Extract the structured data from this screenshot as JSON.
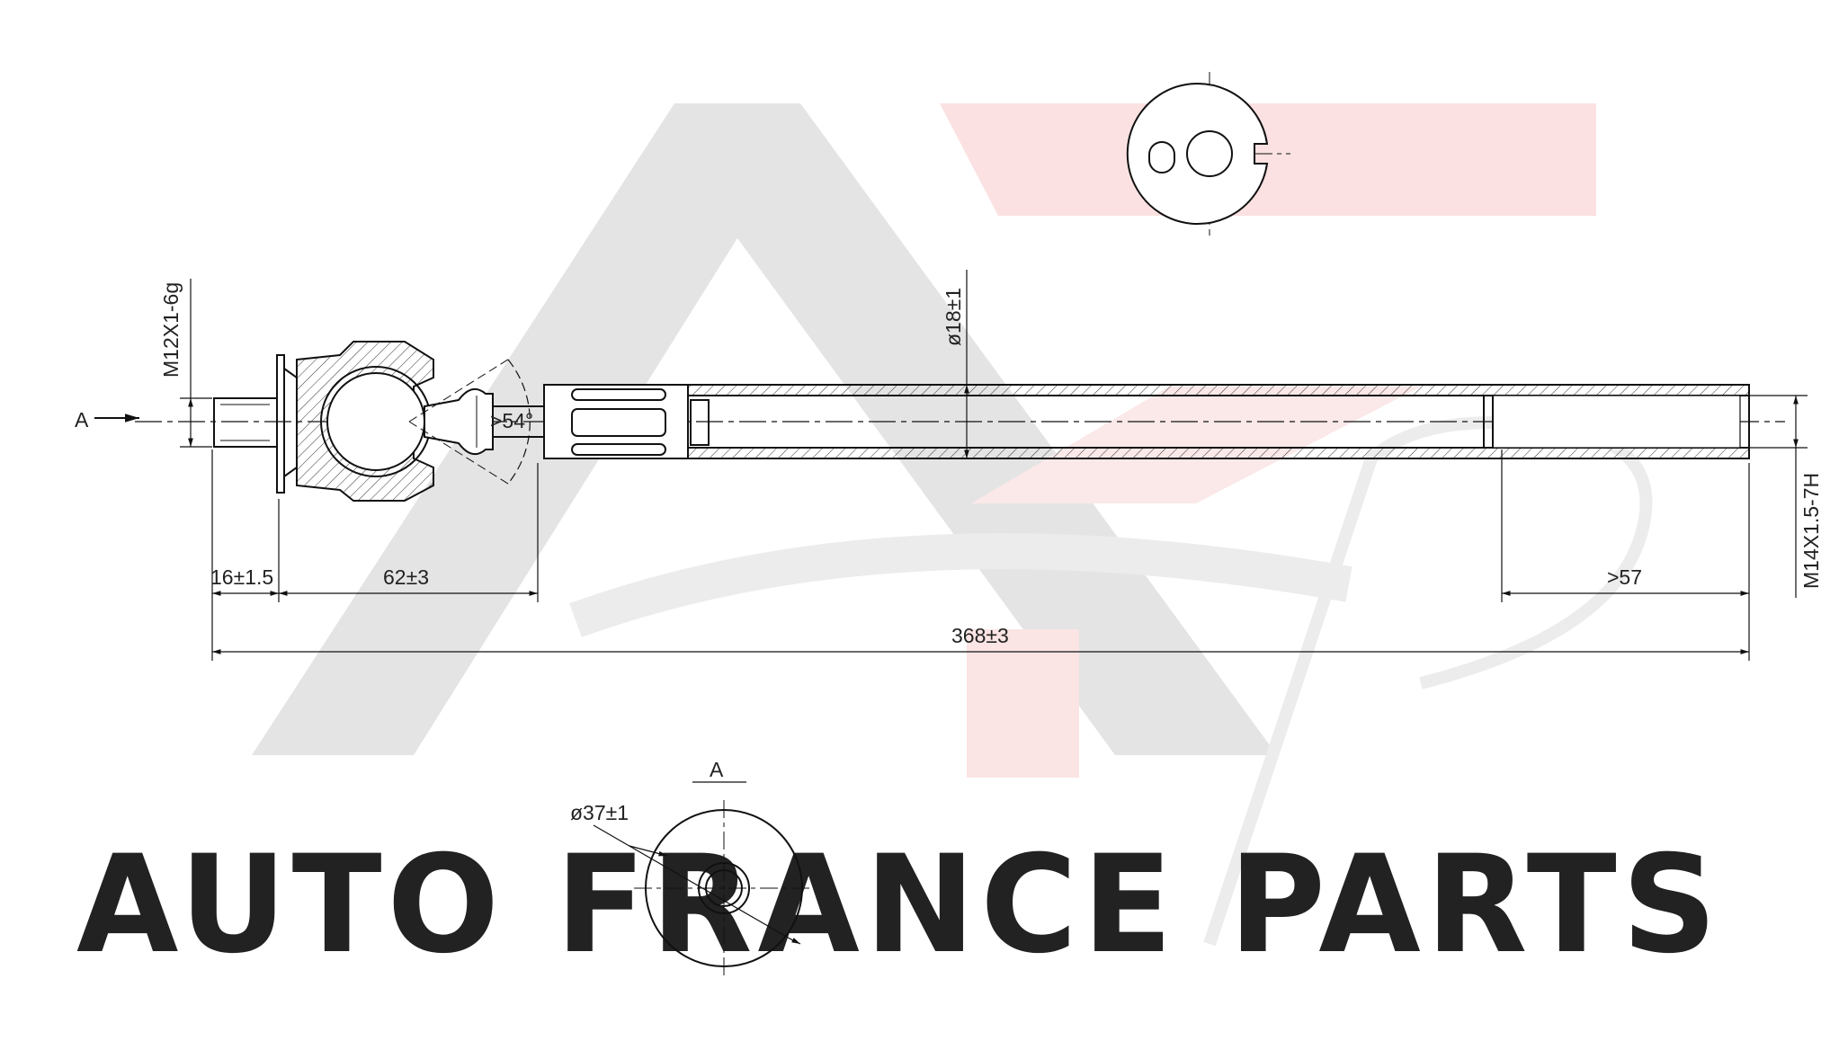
{
  "watermark": {
    "brand_text": "AUTO FRANCE PARTS",
    "color_gray": "#dcdcdc",
    "color_red": "#f6c4c4"
  },
  "drawing": {
    "line_color": "#111111",
    "view_arrow_label": "A",
    "section_label": "A",
    "dimensions": {
      "thread_left": "M12X1-6g",
      "body_diameter": "ø18±1",
      "angle": ">54°",
      "thread_right": "M14X1.5-7H",
      "len_flange": "16±1.5",
      "len_joint": "62±3",
      "len_thread_min": ">57",
      "len_total": "368±3",
      "end_diameter": "ø37±1"
    }
  }
}
